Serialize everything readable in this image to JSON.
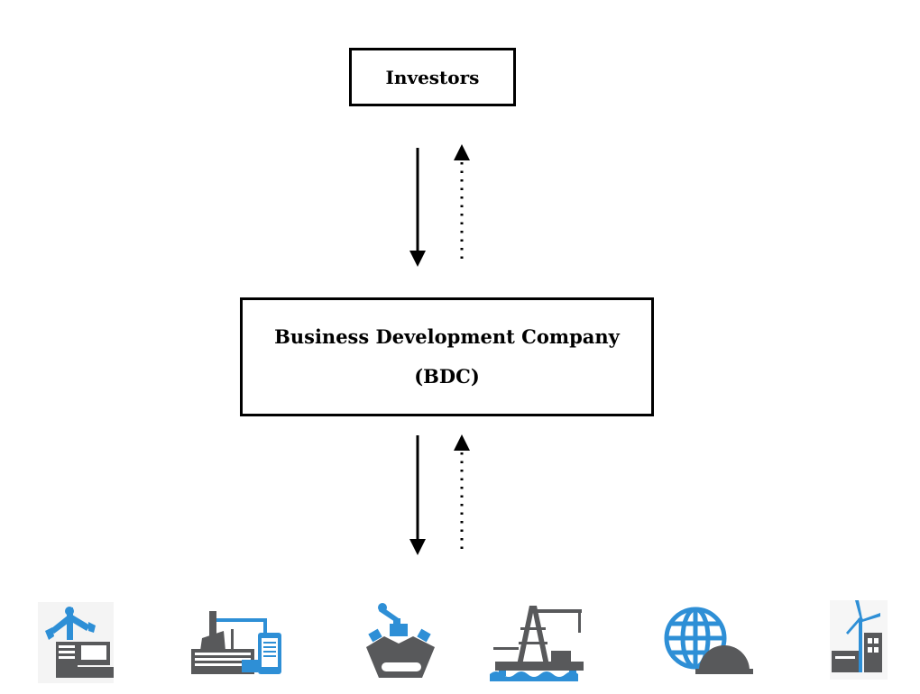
{
  "nodes": {
    "investors": {
      "label": "Investors"
    },
    "bdc": {
      "line1": "Business Development Company",
      "line2": "(BDC)"
    }
  },
  "flows": [
    {
      "from": "investors",
      "to": "bdc",
      "style": "solid"
    },
    {
      "from": "bdc",
      "to": "investors",
      "style": "dotted"
    },
    {
      "from": "bdc",
      "to": "portfolio",
      "style": "solid"
    },
    {
      "from": "portfolio",
      "to": "bdc",
      "style": "dotted"
    }
  ],
  "portfolio_icons": [
    {
      "name": "robotic-arm-computer-icon"
    },
    {
      "name": "factory-tablet-icon"
    },
    {
      "name": "conveyor-robot-icon"
    },
    {
      "name": "oil-rig-icon"
    },
    {
      "name": "globe-hardhat-icon"
    },
    {
      "name": "wind-turbine-building-icon"
    }
  ],
  "colors": {
    "accent": "#2e8fd6",
    "dark": "#58595b",
    "line": "#000000"
  }
}
